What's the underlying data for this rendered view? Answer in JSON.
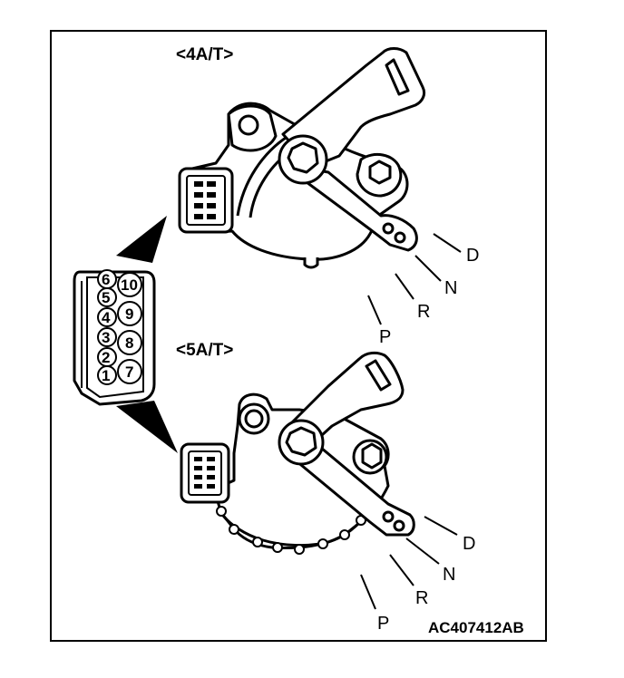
{
  "diagram": {
    "section_4at_label": "<4A/T>",
    "section_5at_label": "<5A/T>",
    "image_code": "AC407412AB",
    "connector_pins": {
      "left_column": [
        "6",
        "5",
        "4",
        "3",
        "2",
        "1"
      ],
      "right_column": [
        "10",
        "9",
        "8",
        "7"
      ]
    },
    "positions_4at": {
      "d": "D",
      "n": "N",
      "r": "R",
      "p": "P"
    },
    "positions_5at": {
      "d": "D",
      "n": "N",
      "r": "R",
      "p": "P"
    }
  }
}
